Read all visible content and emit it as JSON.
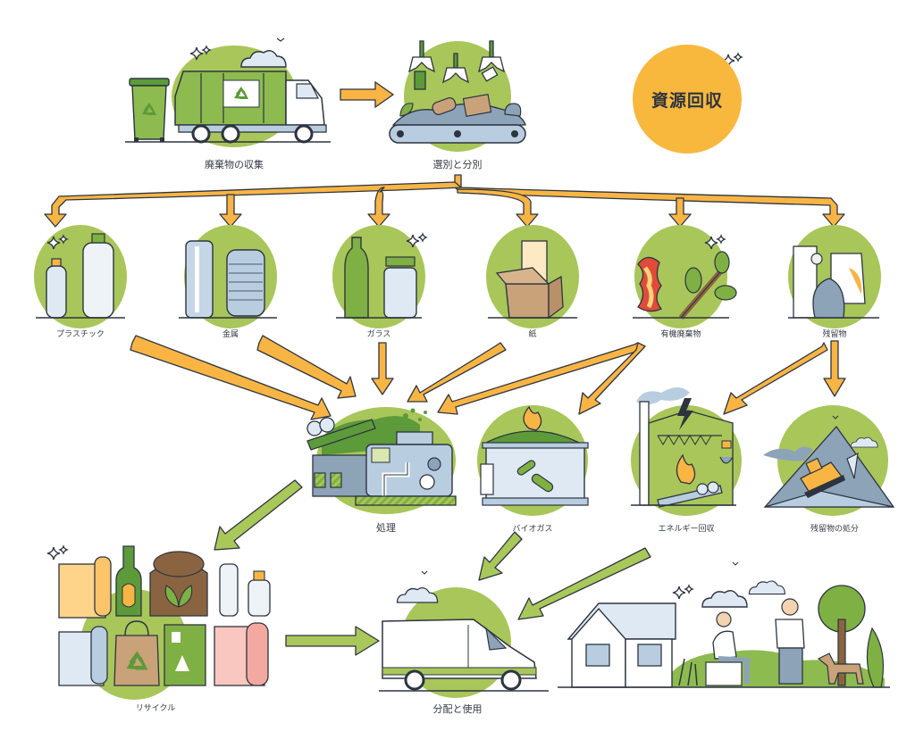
{
  "title": "資源回収",
  "colors": {
    "accent_orange": "#f8b83e",
    "arrow_orange": "#f9b544",
    "arrow_green": "#a9c85a",
    "bg_green": "#a8c65a",
    "dark_green": "#5c9a3a",
    "outline": "#2d3440",
    "steel_blue": "#b9cde0"
  },
  "stages": {
    "collection": {
      "label": "廃棄物の収集",
      "icon": "garbage-truck-icon"
    },
    "sorting": {
      "label": "選別と分別",
      "icon": "sorting-conveyor-icon"
    }
  },
  "categories": [
    {
      "label": "プラスチック",
      "icon": "plastic-bottles-icon"
    },
    {
      "label": "金属",
      "icon": "metal-cans-icon"
    },
    {
      "label": "ガラス",
      "icon": "glass-bottles-icon"
    },
    {
      "label": "紙",
      "icon": "cardboard-box-icon"
    },
    {
      "label": "有機廃棄物",
      "icon": "organic-waste-icon"
    },
    {
      "label": "残留物",
      "icon": "residual-waste-icon"
    }
  ],
  "processes": [
    {
      "label": "処理",
      "icon": "processing-machine-icon"
    },
    {
      "label": "バイオガス",
      "icon": "biogas-tank-icon"
    },
    {
      "label": "エネルギー回収",
      "icon": "power-plant-icon"
    },
    {
      "label": "残留物の処分",
      "icon": "landfill-bulldozer-icon"
    }
  ],
  "outputs": {
    "recycling": {
      "label": "リサイクル",
      "icon": "recycled-products-icon"
    },
    "distribution": {
      "label": "分配と使用",
      "icon": "delivery-van-icon"
    },
    "community": {
      "icon": "house-people-icon"
    }
  }
}
